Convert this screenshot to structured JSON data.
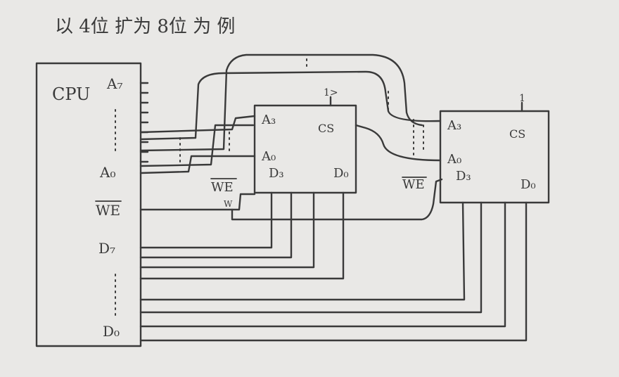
{
  "title": "以 4位 扩为 8位 为 例",
  "cpu": {
    "label": "CPU",
    "pins": {
      "a_high": "A₇",
      "a_low": "A₀",
      "we": "WE",
      "d_high": "D₇",
      "d_low": "D₀"
    }
  },
  "chip1": {
    "pins": {
      "a_high": "A₃",
      "a_low": "A₀",
      "cs": "CS",
      "d_high": "D₃",
      "d_low": "D₀",
      "we": "WE"
    },
    "cs_mark": "1>"
  },
  "chip2": {
    "pins": {
      "a_high": "A₃",
      "a_low": "A₀",
      "cs": "CS",
      "d_high": "D₃",
      "d_low": "D₀",
      "we": "WE"
    },
    "cs_mark": "1"
  },
  "stray_mark": "W"
}
